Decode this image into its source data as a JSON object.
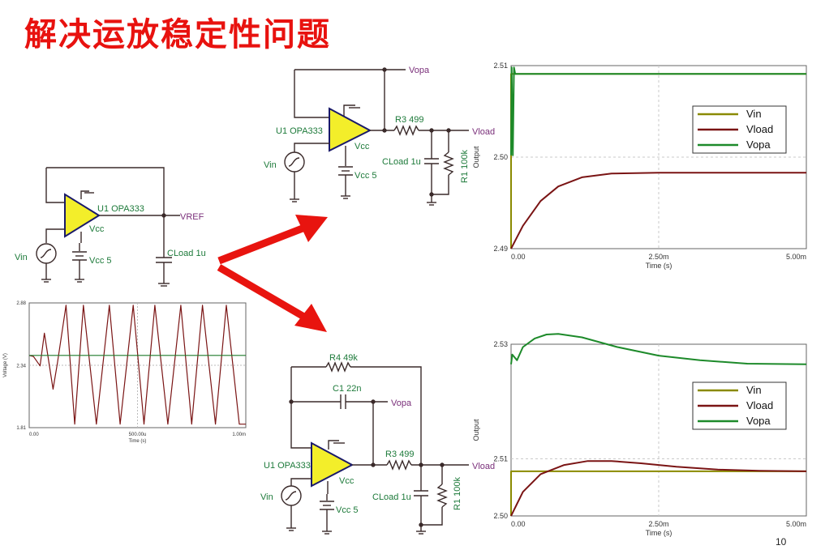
{
  "title": "解决运放稳定性问题",
  "page_number": "10",
  "colors": {
    "title": "#e8120f",
    "wire": "#3a2a2a",
    "opamp": "#f3ee2a",
    "label_green": "#1d7a3a",
    "label_purple": "#7a2f7a",
    "arrow": "#e8140f",
    "vin": "#8a8a00",
    "vload": "#7a1414",
    "vopa": "#1d8a2a"
  },
  "circuits": {
    "left": {
      "opamp": "U1 OPA333",
      "vcc": "Vcc",
      "vcc_src": "Vcc 5",
      "vin": "Vin",
      "node": "VREF",
      "cap": "CLoad 1u"
    },
    "top": {
      "opamp": "U1 OPA333",
      "vcc": "Vcc",
      "vcc_src": "Vcc 5",
      "vin": "Vin",
      "node_opa": "Vopa",
      "node_load": "Vload",
      "res3": "R3 499",
      "cap": "CLoad 1u",
      "res1": "R1 100k"
    },
    "bottom": {
      "opamp": "U1 OPA333",
      "vcc": "Vcc",
      "vcc_src": "Vcc 5",
      "vin": "Vin",
      "node_opa": "Vopa",
      "node_load": "Vload",
      "res3": "R3 499",
      "res4": "R4 49k",
      "c1": "C1 22n",
      "cap": "CLoad 1u",
      "res1": "R1 100k"
    }
  },
  "chart_data": [
    {
      "type": "line",
      "ylabel": "Voltage (V)",
      "xlabel": "Time (s)",
      "xlim": [
        0,
        0.001
      ],
      "ylim": [
        1.81,
        2.88
      ],
      "xticks": [
        "0.00",
        "500.00u",
        "1.00m"
      ],
      "yticks": [
        "2.88",
        "2.34",
        "1.81"
      ],
      "series": [
        {
          "x": [
            0,
            2e-05,
            5e-05,
            7e-05,
            0.00011,
            0.00013,
            0.00017,
            0.00021,
            0.00025,
            0.00031,
            0.00037,
            0.00042,
            0.00048,
            0.00053,
            0.00058,
            0.00064,
            0.0007,
            0.00075,
            0.0008,
            0.00086,
            0.00091,
            0.00097,
            0.001
          ],
          "y": [
            2.43,
            2.42,
            2.34,
            2.62,
            2.14,
            2.36,
            2.86,
            1.84,
            2.86,
            1.84,
            2.86,
            1.84,
            2.86,
            1.84,
            2.86,
            1.84,
            2.86,
            1.84,
            2.86,
            1.84,
            2.86,
            1.84,
            1.84
          ]
        },
        {
          "x": [
            0,
            0.001
          ],
          "y": [
            2.43,
            2.43
          ]
        }
      ]
    },
    {
      "type": "line",
      "ylabel": "Output",
      "xlabel": "Time (s)",
      "xlim": [
        0,
        0.005
      ],
      "ylim": [
        2.49,
        2.51
      ],
      "xticks": [
        "0.00",
        "2.50m",
        "5.00m"
      ],
      "yticks": [
        "2.51",
        "2.50",
        "2.49"
      ],
      "legend": "top-right",
      "series": [
        {
          "name": "Vin",
          "x": [
            0,
            1e-07,
            0.005
          ],
          "y": [
            2.49,
            2.5091,
            2.5091
          ]
        },
        {
          "name": "Vload",
          "x": [
            0,
            0.0002,
            0.0005,
            0.0008,
            0.0012,
            0.0017,
            0.0025,
            0.0035,
            0.005
          ],
          "y": [
            2.49,
            2.4925,
            2.4952,
            2.4968,
            2.4978,
            2.4982,
            2.4983,
            2.4983,
            2.4983
          ]
        },
        {
          "name": "Vopa",
          "x": [
            0,
            1e-05,
            3e-05,
            5e-05,
            7e-05,
            0.005
          ],
          "y": [
            2.5002,
            2.5098,
            2.5002,
            2.5098,
            2.5091,
            2.5091
          ]
        }
      ]
    },
    {
      "type": "line",
      "ylabel": "Output",
      "xlabel": "Time (s)",
      "xlim": [
        0,
        0.005
      ],
      "ylim": [
        2.5,
        2.53
      ],
      "xticks": [
        "0.00",
        "2.50m",
        "5.00m"
      ],
      "yticks": [
        "2.53",
        "2.51",
        "2.50"
      ],
      "legend": "top-right",
      "series": [
        {
          "name": "Vin",
          "x": [
            0,
            1e-07,
            0.005
          ],
          "y": [
            2.5,
            2.5078,
            2.5078
          ]
        },
        {
          "name": "Vload",
          "x": [
            0,
            0.0002,
            0.0005,
            0.0009,
            0.0013,
            0.0017,
            0.0022,
            0.0028,
            0.0035,
            0.0042,
            0.005
          ],
          "y": [
            2.5,
            2.5042,
            2.5073,
            2.5089,
            2.5096,
            2.5096,
            2.5092,
            2.5086,
            2.5081,
            2.5079,
            2.5078
          ]
        },
        {
          "name": "Vopa",
          "x": [
            0,
            2e-05,
            0.0001,
            0.0002,
            0.0004,
            0.0006,
            0.0008,
            0.0012,
            0.0018,
            0.0025,
            0.0032,
            0.004,
            0.005
          ],
          "y": [
            2.5265,
            2.5282,
            2.5272,
            2.5295,
            2.531,
            2.5317,
            2.5318,
            2.5312,
            2.5295,
            2.528,
            2.5272,
            2.5266,
            2.5265
          ]
        }
      ]
    }
  ]
}
